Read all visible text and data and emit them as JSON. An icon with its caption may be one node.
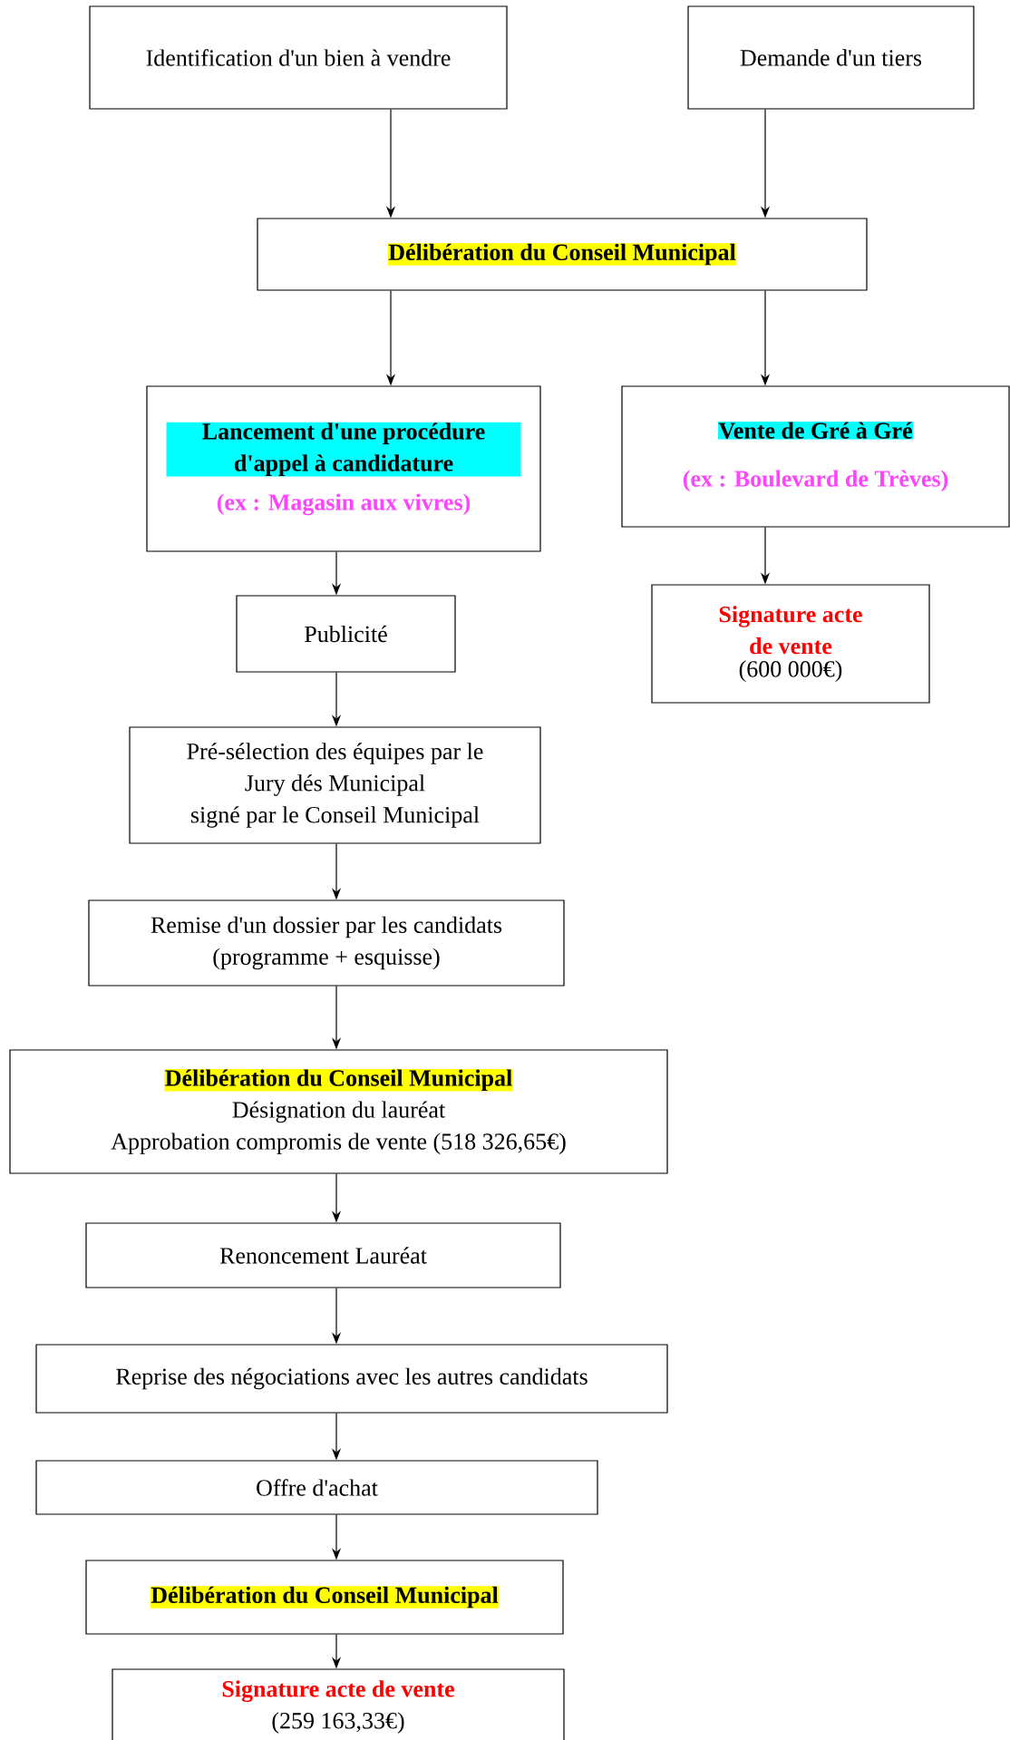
{
  "diagram": {
    "nodes": [
      {
        "text": [
          "Identification d'un bien à vendre"
        ]
      },
      {
        "text": [
          "Demande d'un tiers"
        ]
      },
      {
        "text": [
          "Délibération du Conseil Municipal"
        ]
      },
      {
        "text": [
          "Lancement d'une procédure d'appel à candidature",
          "(ex : Magasin aux vivres)"
        ]
      },
      {
        "text": [
          "Vente de Gré à Gré",
          "(ex : Boulevard de Trèves)"
        ]
      },
      {
        "text": [
          "Signature acte de vente",
          "(600 000€)"
        ]
      },
      {
        "text": [
          "Publicité"
        ]
      },
      {
        "text": [
          "Pré-sélection des équipes par le",
          "Jury dés Municipal",
          "signé par le Conseil Municipal"
        ]
      },
      {
        "text": [
          "Remise d'un dossier par les candidats",
          "(programme + esquisse)"
        ]
      },
      {
        "text": [
          "Délibération du Conseil Municipal",
          "Désignation du lauréat",
          "Approbation compromis de vente (518 326,65€)"
        ]
      },
      {
        "text": [
          "Renoncement Lauréat"
        ]
      },
      {
        "text": [
          "Reprise des négociations avec les autres candidats"
        ]
      },
      {
        "text": [
          "Offre d'achat"
        ]
      },
      {
        "text": [
          "Délibération du Conseil Municipal"
        ]
      },
      {
        "text": [
          "Signature acte de vente",
          "(259 163,33€)"
        ]
      }
    ],
    "edges": [
      {
        "from": 0,
        "to": 2,
        "arrow": "to"
      },
      {
        "from": 1,
        "to": 2,
        "arrow": "to"
      },
      {
        "from": 2,
        "to": 3,
        "arrow": "to"
      },
      {
        "from": 2,
        "to": 4,
        "arrow": "to"
      },
      {
        "from": 4,
        "to": 5,
        "arrow": "to"
      },
      {
        "from": 3,
        "to": 6,
        "arrow": "to"
      },
      {
        "from": 6,
        "to": 7,
        "arrow": "to"
      },
      {
        "from": 7,
        "to": 8,
        "arrow": "to"
      },
      {
        "from": 8,
        "to": 9,
        "arrow": "to"
      },
      {
        "from": 9,
        "to": 10,
        "arrow": "to"
      },
      {
        "from": 10,
        "to": 11,
        "arrow": "to"
      },
      {
        "from": 11,
        "to": 12,
        "arrow": "to"
      },
      {
        "from": 12,
        "to": 13,
        "arrow": "to"
      },
      {
        "from": 13,
        "to": 14,
        "arrow": "to"
      }
    ]
  }
}
